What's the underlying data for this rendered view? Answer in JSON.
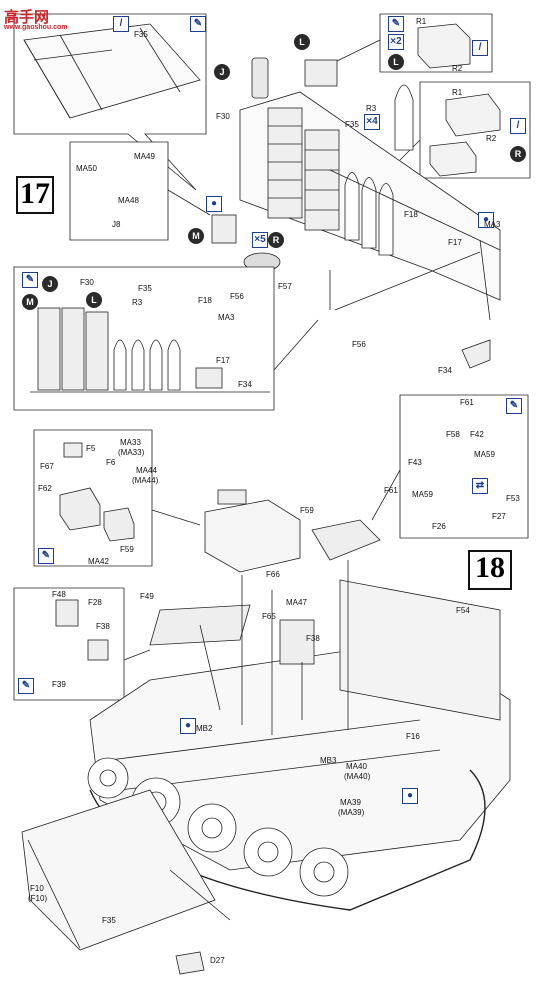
{
  "watermark": {
    "logo": "高手网",
    "url": "www.gaoshou.com"
  },
  "steps": {
    "step17": "17",
    "step18": "18"
  },
  "badges": {
    "J": "J",
    "L": "L",
    "M": "M",
    "R": "R"
  },
  "icons": {
    "x4": "×4",
    "x5": "×5",
    "x2": "×2"
  },
  "labels": {
    "F35_top": "F35",
    "R1_a": "R1",
    "R2_a": "R2",
    "R1_b": "R1",
    "R2_b": "R2",
    "R3": "R3",
    "F35_mid": "F35",
    "F30_a": "F30",
    "MA49": "MA49",
    "MA50": "MA50",
    "MA48": "MA48",
    "J8": "J8",
    "F18_a": "F18",
    "MA3_a": "MA3",
    "F17_a": "F17",
    "F57": "F57",
    "F56_a": "F56",
    "F34_a": "F34",
    "F30_b": "F30",
    "F35_b": "F35",
    "R3_b": "R3",
    "F18_b": "F18",
    "F56_b": "F56",
    "MA3_b": "MA3",
    "F17_b": "F17",
    "F34_b": "F34",
    "F5": "F5",
    "F67": "F67",
    "F6": "F6",
    "MA33": "MA33",
    "MA33p": "(MA33)",
    "MA44": "MA44",
    "MA44p": "(MA44)",
    "F62": "F62",
    "F59_a": "F59",
    "MA42": "MA42",
    "F61_a": "F61",
    "F58": "F58",
    "F42": "F42",
    "F43": "F43",
    "MA59_a": "MA59",
    "MA59_b": "MA59",
    "F53": "F53",
    "F26": "F26",
    "F27": "F27",
    "F61_b": "F61",
    "F59_b": "F59",
    "F66": "F66",
    "MA47": "MA47",
    "F65": "F65",
    "F38_a": "F38",
    "F49": "F49",
    "F48": "F48",
    "F28": "F28",
    "F38_b": "F38",
    "F39": "F39",
    "F54": "F54",
    "MB2": "MB2",
    "MB3": "MB3",
    "MA40": "MA40",
    "MA40p": "(MA40)",
    "F16": "F16",
    "MA39": "MA39",
    "MA39p": "(MA39)",
    "F10": "F10",
    "F10p": "(F10)",
    "F35_c": "F35",
    "D27": "D27"
  }
}
